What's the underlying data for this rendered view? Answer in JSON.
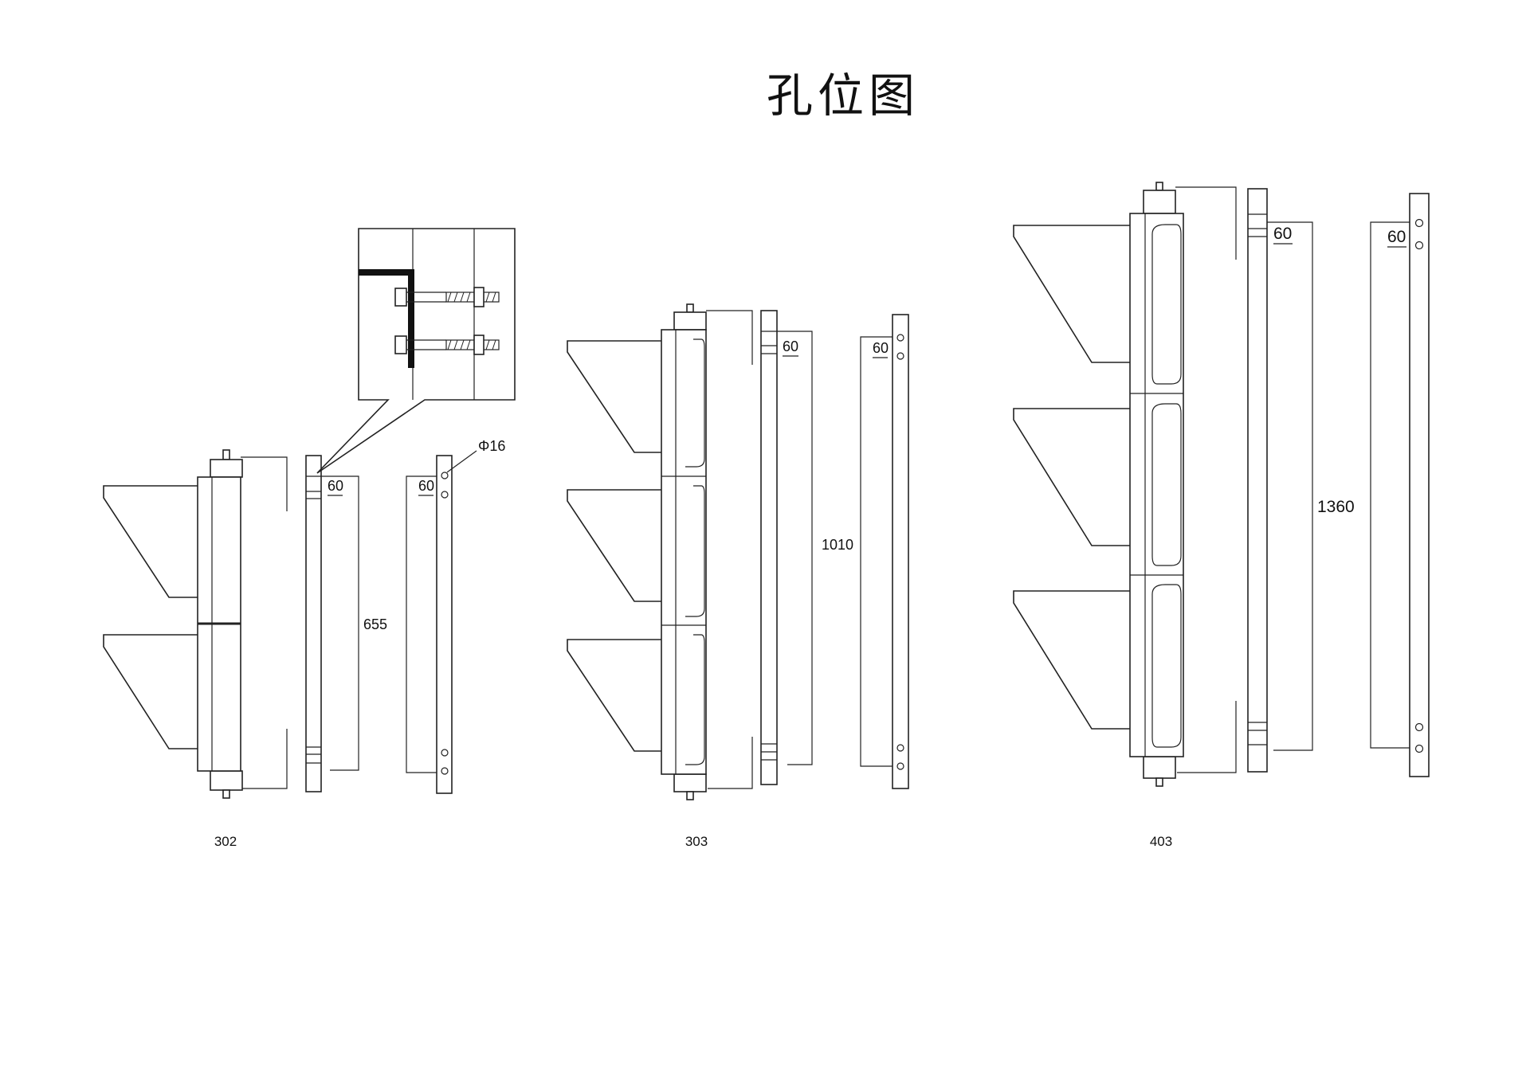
{
  "title": "孔位图",
  "detail": {
    "hole_label": "Φ16"
  },
  "models": [
    {
      "label": "302",
      "total_dim": "655",
      "spacing_dim_1": "60",
      "spacing_dim_2": "60"
    },
    {
      "label": "303",
      "total_dim": "1010",
      "spacing_dim_1": "60",
      "spacing_dim_2": "60"
    },
    {
      "label": "403",
      "total_dim": "1360",
      "spacing_dim_1": "60",
      "spacing_dim_2": "60"
    }
  ],
  "colors": {
    "line": "#222222",
    "background": "#ffffff",
    "bracket": "#111111"
  }
}
